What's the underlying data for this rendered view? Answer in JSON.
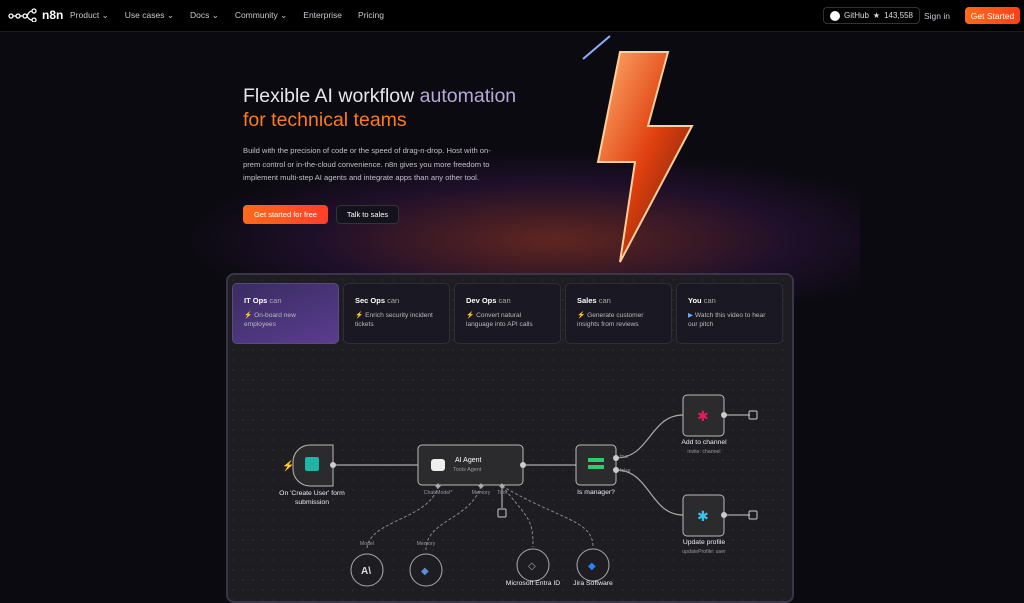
{
  "nav": {
    "brand": "n8n",
    "links": [
      "Product",
      "Use cases",
      "Docs",
      "Community",
      "Enterprise",
      "Pricing"
    ],
    "github_label": "GitHub",
    "github_stars": "143,558",
    "sign_in": "Sign in",
    "get_started": "Get Started"
  },
  "hero": {
    "title_white": "Flexible AI workflow ",
    "title_purple": "automation",
    "title_orange": "for technical teams",
    "subtitle": "Build with the precision of code or the speed of drag-n-drop. Host with on-prem control or in-the-cloud convenience. n8n gives you more freedom to implement multi-step AI agents and integrate apps than any other tool.",
    "cta_primary": "Get started for free",
    "cta_secondary": "Talk to sales"
  },
  "tabs": [
    {
      "role": "IT Ops",
      "can": " can",
      "icon": "⚡",
      "desc": "On-board new employees",
      "active": true
    },
    {
      "role": "Sec Ops",
      "can": " can",
      "icon": "⚡",
      "desc": "Enrich security incident tickets"
    },
    {
      "role": "Dev Ops",
      "can": " can",
      "icon": "⚡",
      "desc": "Convert natural language into API calls"
    },
    {
      "role": "Sales",
      "can": " can",
      "icon": "⚡",
      "desc": "Generate customer insights from reviews"
    },
    {
      "role": "You",
      "can": " can",
      "icon": "▶",
      "desc": "Watch this video to hear our pitch"
    }
  ],
  "workflow": {
    "trigger": {
      "label": "On 'Create User' form submission"
    },
    "agent": {
      "title": "AI Agent",
      "subtitle": "Tools Agent",
      "ports": [
        "Chat Model*",
        "Memory",
        "Tool"
      ]
    },
    "if": {
      "label": "Is manager?",
      "true": "true",
      "false": "false"
    },
    "slack1": {
      "label": "Add to channel",
      "sub": "invite: channel"
    },
    "slack2": {
      "label": "Update profile",
      "sub": "updateProfile: user"
    },
    "model": {
      "port": "Model"
    },
    "memory": {
      "port": "Memory"
    },
    "tool1": {
      "label": "Microsoft Entra ID"
    },
    "tool2": {
      "label": "Jira Software"
    }
  },
  "colors": {
    "accent": "#ff6a1a",
    "purple": "#5a3d8f"
  }
}
